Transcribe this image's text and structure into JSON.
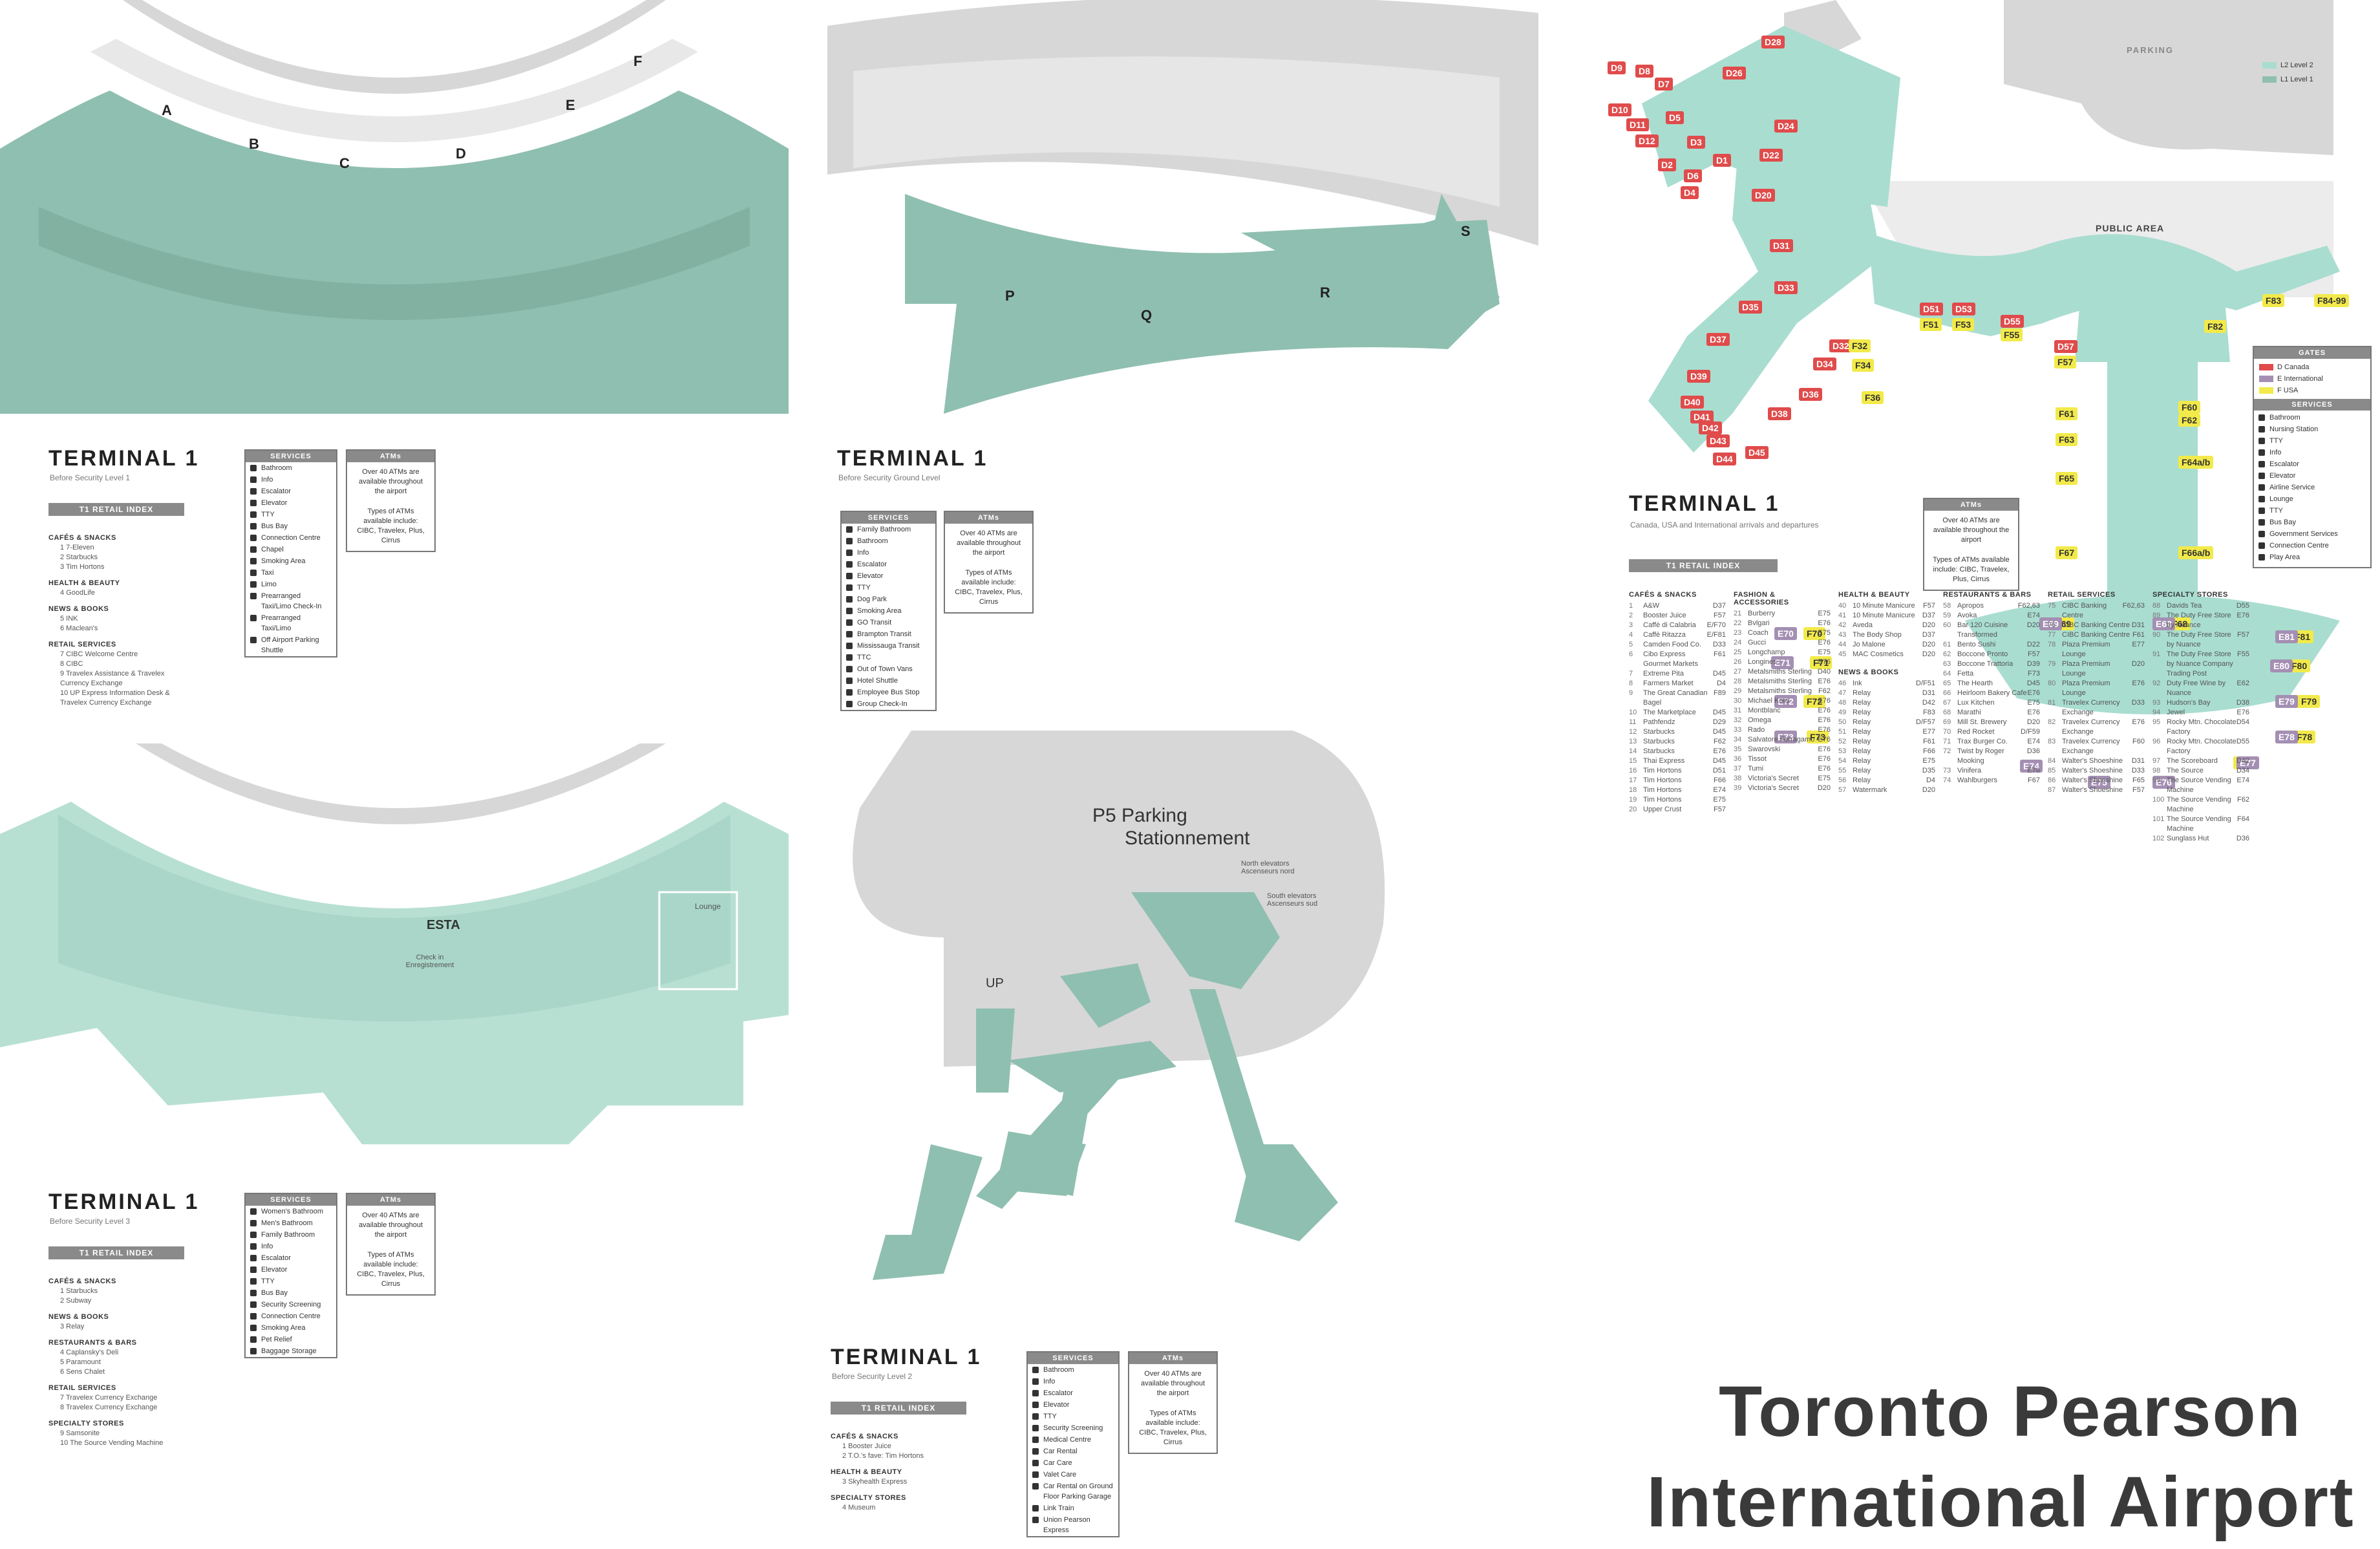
{
  "colors": {
    "green": "#8fbfb0",
    "green_light": "#b8e0d2",
    "mint": "#a9ddd0",
    "gray": "#d7d7d7",
    "gray_dark": "#bfbfbf",
    "gate_d": "#e04b4b",
    "gate_f": "#f2ea4a",
    "gate_e": "#a48fb3"
  },
  "panel1": {
    "title": "TERMINAL 1",
    "subtitle": "Before Security Level 1",
    "index_title": "T1 RETAIL INDEX",
    "letters": [
      "A",
      "B",
      "C",
      "D",
      "E",
      "F"
    ],
    "index": [
      {
        "head": "Cafés & Snacks",
        "items": [
          "1   7-Eleven",
          "2   Starbucks",
          "3   Tim Hortons"
        ]
      },
      {
        "head": "Health & Beauty",
        "items": [
          "4   GoodLife"
        ]
      },
      {
        "head": "News & Books",
        "items": [
          "5   INK",
          "6   Maclean's"
        ]
      },
      {
        "head": "Retail Services",
        "items": [
          "7   CIBC Welcome Centre",
          "8   CIBC",
          "9   Travelex Assistance & Travelex Currency Exchange",
          "10  UP Express Information Desk & Travelex Currency Exchange"
        ]
      }
    ],
    "services_title": "SERVICES",
    "services": [
      "Bathroom",
      "Info",
      "Escalator",
      "Elevator",
      "TTY",
      "Bus Bay",
      "Connection Centre",
      "Chapel",
      "Smoking Area",
      "Taxi",
      "Limo",
      "Prearranged Taxi/Limo Check-In",
      "Prearranged Taxi/Limo",
      "Off Airport Parking Shuttle"
    ],
    "atms_title": "ATMs",
    "atms_text": "Over 40 ATMs are available throughout the airport",
    "atms_types": "Types of ATMs available include: CIBC, Travelex, Plus, Cirrus"
  },
  "panel2": {
    "title": "TERMINAL 1",
    "subtitle": "Before Security Ground Level",
    "letters": [
      "P",
      "Q",
      "R",
      "S"
    ],
    "services_title": "SERVICES",
    "services": [
      "Family Bathroom",
      "Bathroom",
      "Info",
      "Escalator",
      "Elevator",
      "TTY",
      "Dog Park",
      "Smoking Area",
      "GO Transit",
      "Brampton Transit",
      "Mississauga Transit",
      "TTC",
      "Out of Town Vans",
      "Hotel Shuttle",
      "Employee Bus Stop",
      "Group Check-In"
    ],
    "atms_title": "ATMs",
    "atms_text": "Over 40 ATMs are available throughout the airport",
    "atms_types": "Types of ATMs available include: CIBC, Travelex, Plus, Cirrus"
  },
  "panel3": {
    "title": "TERMINAL 1",
    "subtitle": "Before Security Level 3",
    "index_title": "T1 RETAIL INDEX",
    "esta": "ESTA",
    "checkin": "Check in Enregistrement",
    "lounge": "Lounge",
    "index": [
      {
        "head": "Cafés & Snacks",
        "items": [
          "1   Starbucks",
          "2   Subway"
        ]
      },
      {
        "head": "News & Books",
        "items": [
          "3   Relay"
        ]
      },
      {
        "head": "Restaurants & Bars",
        "items": [
          "4   Caplansky's Deli",
          "5   Paramount",
          "6   Sens Chalet"
        ]
      },
      {
        "head": "Retail Services",
        "items": [
          "7   Travelex Currency Exchange",
          "8   Travelex Currency Exchange"
        ]
      },
      {
        "head": "Specialty Stores",
        "items": [
          "9   Samsonite",
          "10  The Source Vending Machine"
        ]
      }
    ],
    "services_title": "SERVICES",
    "services": [
      "Women's Bathroom",
      "Men's Bathroom",
      "Family Bathroom",
      "Info",
      "Escalator",
      "Elevator",
      "TTY",
      "Bus Bay",
      "Security Screening",
      "Connection Centre",
      "Smoking Area",
      "Pet Relief",
      "Baggage Storage"
    ],
    "atms_title": "ATMs",
    "atms_text": "Over 40 ATMs are available throughout the airport",
    "atms_types": "Types of ATMs available include: CIBC, Travelex, Plus, Cirrus"
  },
  "panel4": {
    "title": "TERMINAL 1",
    "subtitle": "Before Security Level 2",
    "index_title": "T1 RETAIL INDEX",
    "parking": "P5 Parking",
    "parking2": "Stationnement",
    "north_elev": "North elevators Ascenseurs nord",
    "south_elev": "South elevators Ascenseurs sud",
    "up": "UP",
    "index": [
      {
        "head": "Cafés & Snacks",
        "items": [
          "1   Booster Juice",
          "2   T.O.'s fave: Tim Hortons"
        ]
      },
      {
        "head": "Health & Beauty",
        "items": [
          "3   Skyhealth Express"
        ]
      },
      {
        "head": "Specialty Stores",
        "items": [
          "4   Museum"
        ]
      }
    ],
    "services_title": "SERVICES",
    "services": [
      "Bathroom",
      "Info",
      "Escalator",
      "Elevator",
      "TTY",
      "Security Screening",
      "Medical Centre",
      "Car Rental",
      "Car Care",
      "Valet Care",
      "Car Rental on Ground Floor Parking Garage",
      "Link Train",
      "Union Pearson Express"
    ],
    "atms_title": "ATMs",
    "atms_text": "Over 40 ATMs are available throughout the airport",
    "atms_types": "Types of ATMs available include: CIBC, Travelex, Plus, Cirrus"
  },
  "panel5": {
    "title": "TERMINAL 1",
    "subtitle": "Canada, USA and International arrivals and departures",
    "index_title": "T1 RETAIL INDEX",
    "public_area": "PUBLIC AREA",
    "parking": "PARKING",
    "level_legend": [
      "L2 Level 2",
      "L1 Level 1"
    ],
    "gates_title": "GATES",
    "gates_legend": [
      "D Canada",
      "E International",
      "F USA"
    ],
    "services_title": "SERVICES",
    "services": [
      "Bathroom",
      "Nursing Station",
      "TTY",
      "Info",
      "Escalator",
      "Elevator",
      "Airline Service",
      "Lounge",
      "TTY",
      "Bus Bay",
      "Government Services",
      "Connection Centre",
      "Play Area"
    ],
    "atms_title": "ATMs",
    "atms_text": "Over 40 ATMs are available throughout the airport",
    "atms_types": "Types of ATMs available include: CIBC, Travelex, Plus, Cirrus",
    "gates_d": [
      "D28",
      "D9",
      "D8",
      "D7",
      "D26",
      "D10",
      "D11",
      "D5",
      "D24",
      "D12",
      "D3",
      "D1",
      "D6",
      "D22",
      "D2",
      "D4",
      "D20",
      "D31",
      "D33",
      "D35",
      "D37",
      "D39",
      "D40",
      "D41",
      "D42",
      "D43",
      "D44",
      "D45",
      "D38",
      "D36",
      "D34",
      "D32",
      "D51",
      "D53",
      "D55",
      "D57"
    ],
    "gates_f": [
      "F51",
      "F53",
      "F55",
      "F57",
      "F32",
      "F34",
      "F36",
      "F82",
      "F83",
      "F84-99",
      "F61",
      "F62",
      "F60",
      "F63",
      "F64a/b",
      "F65",
      "F66a/b",
      "F67",
      "F68",
      "F69",
      "F70",
      "F71",
      "F72",
      "F73",
      "F76",
      "F77",
      "F78",
      "F79",
      "F80",
      "F81"
    ],
    "gates_e": [
      "E70",
      "E69",
      "E68",
      "E71",
      "E72",
      "E73",
      "E74",
      "E75",
      "E76",
      "E77",
      "E78",
      "E79",
      "E80",
      "E81"
    ],
    "cols": [
      {
        "head": "Cafés & Snacks",
        "items": [
          [
            "1",
            "A&W",
            "D37"
          ],
          [
            "2",
            "Booster Juice",
            "F57"
          ],
          [
            "3",
            "Caffè di Calabria",
            "E/F70"
          ],
          [
            "4",
            "Caffè Ritazza",
            "E/F81"
          ],
          [
            "5",
            "Camden Food Co.",
            "D33"
          ],
          [
            "6",
            "Cibo Express Gourmet Markets",
            "F61"
          ],
          [
            "7",
            "Extreme Pita",
            "D45"
          ],
          [
            "8",
            "Farmers Market",
            "D4"
          ],
          [
            "9",
            "The Great Canadian Bagel",
            "F89"
          ],
          [
            "10",
            "The Marketplace",
            "D45"
          ],
          [
            "11",
            "Pathfendz",
            "D29"
          ],
          [
            "12",
            "Starbucks",
            "D45"
          ],
          [
            "13",
            "Starbucks",
            "F62"
          ],
          [
            "14",
            "Starbucks",
            "E76"
          ],
          [
            "15",
            "Thai Express",
            "D45"
          ],
          [
            "16",
            "Tim Hortons",
            "D51"
          ],
          [
            "17",
            "Tim Hortons",
            "F66"
          ],
          [
            "18",
            "Tim Hortons",
            "E74"
          ],
          [
            "19",
            "Tim Hortons",
            "E75"
          ],
          [
            "20",
            "Upper Crust",
            "F57"
          ]
        ]
      },
      {
        "head": "Fashion & Accessories",
        "items": [
          [
            "21",
            "Burberry",
            "E75"
          ],
          [
            "22",
            "Bvlgari",
            "E76"
          ],
          [
            "23",
            "Coach",
            "E75"
          ],
          [
            "24",
            "Gucci",
            "E76"
          ],
          [
            "25",
            "Longchamp",
            "E75"
          ],
          [
            "26",
            "Longines",
            "E76"
          ],
          [
            "27",
            "Metalsmiths Sterling",
            "D40"
          ],
          [
            "28",
            "Metalsmiths Sterling",
            "E76"
          ],
          [
            "29",
            "Metalsmiths Sterling",
            "F62"
          ],
          [
            "30",
            "Michael Kors",
            "E76"
          ],
          [
            "31",
            "Montblanc",
            "E76"
          ],
          [
            "32",
            "Omega",
            "E76"
          ],
          [
            "33",
            "Rado",
            "E76"
          ],
          [
            "34",
            "Salvatore Ferragamo",
            "E76"
          ],
          [
            "35",
            "Swarovski",
            "E76"
          ],
          [
            "36",
            "Tissot",
            "E76"
          ],
          [
            "37",
            "Tumi",
            "E76"
          ],
          [
            "38",
            "Victoria's Secret",
            "E75"
          ],
          [
            "39",
            "Victoria's Secret",
            "D20"
          ]
        ]
      },
      {
        "head": "Health & Beauty",
        "items": [
          [
            "40",
            "10 Minute Manicure",
            "F57"
          ],
          [
            "41",
            "10 Minute Manicure",
            "D37"
          ],
          [
            "42",
            "Aveda",
            "D20"
          ],
          [
            "43",
            "The Body Shop",
            "D37"
          ],
          [
            "44",
            "Jo Malone",
            "D20"
          ],
          [
            "45",
            "MAC Cosmetics",
            "D20"
          ]
        ]
      },
      {
        "head": "News & Books",
        "items": [
          [
            "46",
            "Ink",
            "D/F51"
          ],
          [
            "47",
            "Relay",
            "D31"
          ],
          [
            "48",
            "Relay",
            "D42"
          ],
          [
            "49",
            "Relay",
            "F83"
          ],
          [
            "50",
            "Relay",
            "D/F57"
          ],
          [
            "51",
            "Relay",
            "E77"
          ],
          [
            "52",
            "Relay",
            "F61"
          ],
          [
            "53",
            "Relay",
            "F66"
          ],
          [
            "54",
            "Relay",
            "E75"
          ],
          [
            "55",
            "Relay",
            "D35"
          ],
          [
            "56",
            "Relay",
            "D4"
          ],
          [
            "57",
            "Watermark",
            "D20"
          ]
        ]
      },
      {
        "head": "Restaurants & Bars",
        "items": [
          [
            "58",
            "Apropos",
            "F62,63"
          ],
          [
            "59",
            "Avoka",
            "E74"
          ],
          [
            "60",
            "Bar 120 Cuisine Transformed",
            "D20"
          ],
          [
            "61",
            "Bento Sushi",
            "D22"
          ],
          [
            "62",
            "Boccone Pronto",
            "F57"
          ],
          [
            "63",
            "Boccone Trattoria",
            "D39"
          ],
          [
            "64",
            "Fetta",
            "F73"
          ],
          [
            "65",
            "The Hearth",
            "D45"
          ],
          [
            "66",
            "Heirloom Bakery Cafe",
            "E76"
          ],
          [
            "67",
            "Lux Kitchen",
            "E75"
          ],
          [
            "68",
            "Marathi",
            "E76"
          ],
          [
            "69",
            "Mill St. Brewery",
            "D20"
          ],
          [
            "70",
            "Red Rocket",
            "D/F59"
          ],
          [
            "71",
            "Trax Burger Co.",
            "E74"
          ],
          [
            "72",
            "Twist by Roger Mooking",
            "D36"
          ],
          [
            "73",
            "Vinifera",
            "E76"
          ],
          [
            "74",
            "Wahlburgers",
            "F67"
          ]
        ]
      },
      {
        "head": "Retail Services",
        "items": [
          [
            "75",
            "CIBC Banking Centre",
            "F62,63"
          ],
          [
            "76",
            "CIBC Banking Centre",
            "D31"
          ],
          [
            "77",
            "CIBC Banking Centre",
            "F61"
          ],
          [
            "78",
            "Plaza Premium Lounge",
            "E77"
          ],
          [
            "79",
            "Plaza Premium Lounge",
            "D20"
          ],
          [
            "80",
            "Plaza Premium Lounge",
            "E76"
          ],
          [
            "81",
            "Travelex Currency Exchange",
            "D33"
          ],
          [
            "82",
            "Travelex Currency Exchange",
            "E76"
          ],
          [
            "83",
            "Travelex Currency Exchange",
            "F60"
          ],
          [
            "84",
            "Walter's Shoeshine",
            "D31"
          ],
          [
            "85",
            "Walter's Shoeshine",
            "D33"
          ],
          [
            "86",
            "Walter's Shoeshine",
            "F65"
          ],
          [
            "87",
            "Walter's Shoeshine",
            "F57"
          ]
        ]
      },
      {
        "head": "Specialty Stores",
        "items": [
          [
            "88",
            "Davids Tea",
            "D55"
          ],
          [
            "89",
            "The Duty Free Store by Nuance",
            "E76"
          ],
          [
            "90",
            "The Duty Free Store by Nuance",
            "F57"
          ],
          [
            "91",
            "The Duty Free Store by Nuance Company Trading Post",
            "F55"
          ],
          [
            "92",
            "Duty Free Wine by Nuance",
            "E62"
          ],
          [
            "93",
            "Hudson's Bay",
            "D38"
          ],
          [
            "94",
            "Jewel",
            "E76"
          ],
          [
            "95",
            "Rocky Mtn. Chocolate Factory",
            "D54"
          ],
          [
            "96",
            "Rocky Mtn. Chocolate Factory",
            "D55"
          ],
          [
            "97",
            "The Scoreboard",
            "D42"
          ],
          [
            "98",
            "The Source",
            "D34"
          ],
          [
            "99",
            "The Source Vending Machine",
            "E74"
          ],
          [
            "100",
            "The Source Vending Machine",
            "F62"
          ],
          [
            "101",
            "The Source Vending Machine",
            "F64"
          ],
          [
            "102",
            "Sunglass Hut",
            "D36"
          ]
        ]
      }
    ]
  },
  "main_title": [
    "Toronto Pearson",
    "International Airport"
  ]
}
